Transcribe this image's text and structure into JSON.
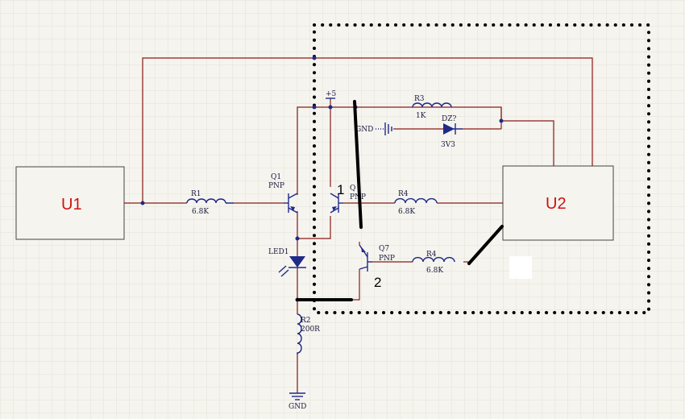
{
  "blocks": {
    "u1": "U1",
    "u2": "U2"
  },
  "q1": {
    "ref": "Q1",
    "type": "PNP"
  },
  "q_mirror": {
    "ref": "Q",
    "type": "PNP"
  },
  "q7": {
    "ref": "Q7",
    "type": "PNP"
  },
  "r1": {
    "ref": "R1",
    "value": "6.8K"
  },
  "r2": {
    "ref": "R2",
    "value": "200R"
  },
  "r3": {
    "ref": "R3",
    "value": "1K"
  },
  "r4a": {
    "ref": "R4",
    "value": "6.8K"
  },
  "r4b": {
    "ref": "R4",
    "value": "6.8K"
  },
  "dz": {
    "ref": "DZ?",
    "value": "3V3"
  },
  "led": {
    "ref": "LED1"
  },
  "power": {
    "vcc": "+5",
    "gnd_top": "GND",
    "gnd_bottom": "GND"
  },
  "annotations": {
    "one": "1",
    "two": "2"
  },
  "colors": {
    "wire": "#8b1a1a",
    "component": "#1f2a8a",
    "label": "#d01010",
    "grid": "#e4e2d8"
  }
}
